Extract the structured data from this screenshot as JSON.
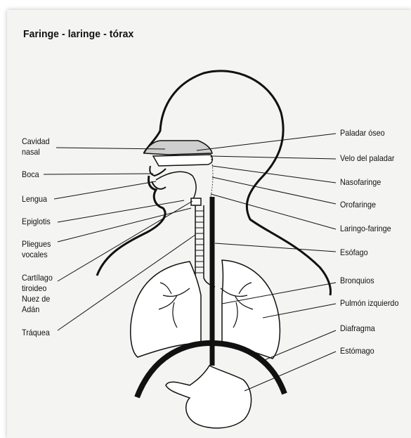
{
  "title": "Faringe - laringe - tórax",
  "labels_left": [
    {
      "text": "Cavidad\nnasal"
    },
    {
      "text": "Boca"
    },
    {
      "text": "Lengua"
    },
    {
      "text": "Epiglotis"
    },
    {
      "text": "Pliegues\nvocales"
    },
    {
      "text": "Cartílago\ntiroideo\nNuez de\nAdán"
    },
    {
      "text": "Tráquea"
    }
  ],
  "labels_right": [
    {
      "text": "Paladar óseo"
    },
    {
      "text": "Velo del paladar"
    },
    {
      "text": "Nasofaringe"
    },
    {
      "text": "Orofaringe"
    },
    {
      "text": "Laringo-faringe"
    },
    {
      "text": "Esófago"
    },
    {
      "text": "Bronquios"
    },
    {
      "text": "Pulmón izquierdo"
    },
    {
      "text": "Diafragma"
    },
    {
      "text": "Estómago"
    }
  ]
}
